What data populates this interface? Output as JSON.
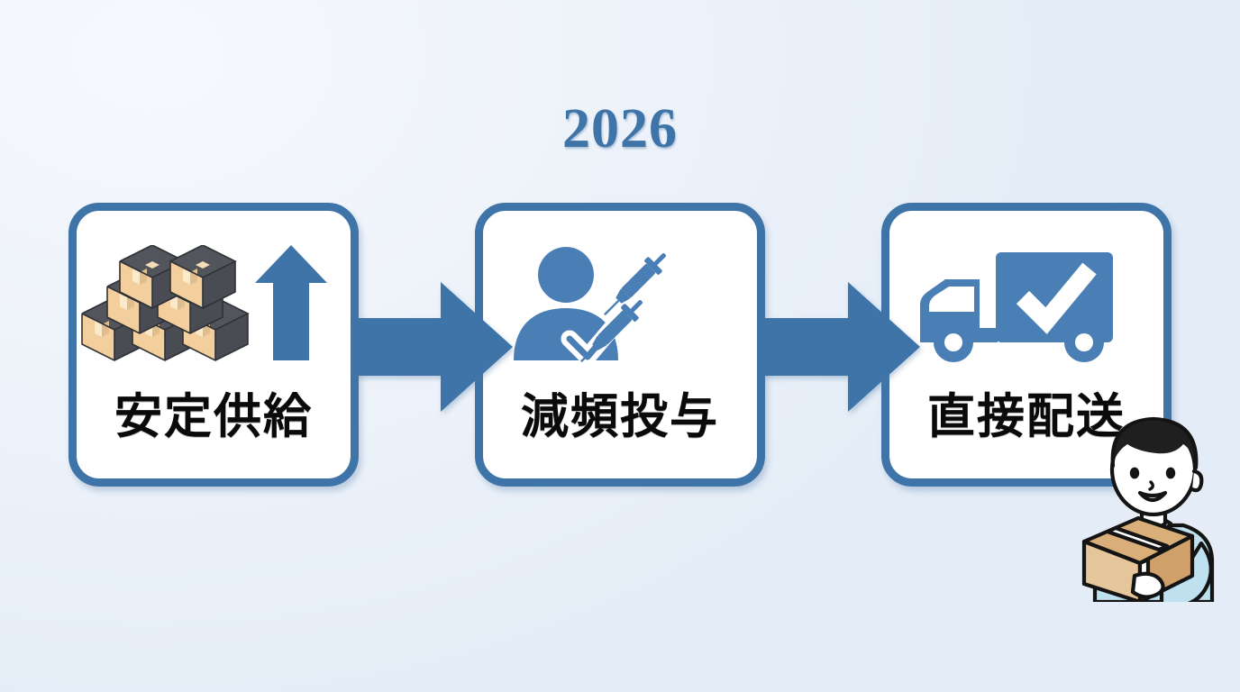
{
  "diagram": {
    "title": "2026",
    "type": "three-step horizontal flow",
    "background_color": "#eef3fa",
    "accent_color": "#3f74a8",
    "icon_color": "#4a7fb5",
    "text_color": "#0a0a0a"
  },
  "steps": [
    {
      "id": "step-1",
      "label": "安定供給",
      "icon": "stacked-boxes-with-up-arrow-icon",
      "icon_parts": [
        "cardboard-box-stack",
        "upward-arrow"
      ],
      "box_face_color": "#f2cf9c",
      "box_shade_color": "#4e4f55"
    },
    {
      "id": "step-2",
      "label": "減頻投与",
      "icon": "person-check-with-syringes-icon",
      "icon_parts": [
        "person-silhouette",
        "check-mark",
        "syringe",
        "syringe"
      ]
    },
    {
      "id": "step-3",
      "label": "直接配送",
      "icon": "delivery-truck-check-icon",
      "icon_parts": [
        "truck",
        "check-mark"
      ]
    }
  ],
  "connectors": [
    {
      "id": "arrow-1",
      "from": "step-1",
      "to": "step-2",
      "shape": "block-arrow-right",
      "color": "#3f74a8"
    },
    {
      "id": "arrow-2",
      "from": "step-2",
      "to": "step-3",
      "shape": "block-arrow-right",
      "color": "#3f74a8"
    }
  ],
  "illustration": {
    "id": "courier-illustration",
    "name": "delivery-person-holding-box",
    "hair_color": "#1f1f1f",
    "shirt_color": "#bfe0ee",
    "glove_color": "#ffffff",
    "box_color": "#d9ae78",
    "outline_color": "#141414"
  }
}
